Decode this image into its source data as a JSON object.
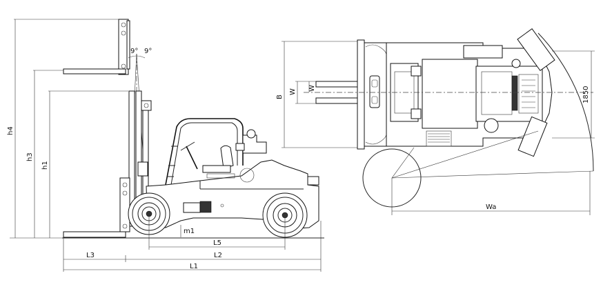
{
  "side_view": {
    "dimensions": {
      "h4": "h4",
      "h3": "h3",
      "h1": "h1",
      "m1": "m1",
      "L5": "L5",
      "L3": "L3",
      "L2": "L2",
      "L1": "L1"
    },
    "tilt_angles": {
      "forward": "9°",
      "backward": "9°"
    }
  },
  "top_view": {
    "dimensions": {
      "B": "B",
      "W_outer": "W",
      "W_inner": "W",
      "Wa": "Wa",
      "width_1850": "1850"
    }
  }
}
